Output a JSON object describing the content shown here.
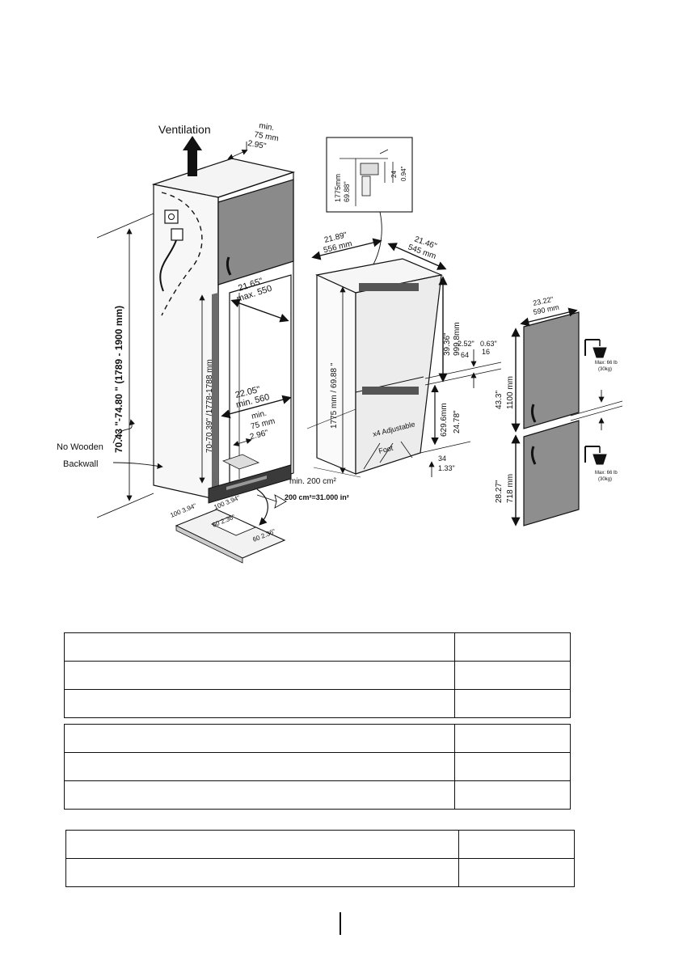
{
  "diagram": {
    "ventilation": "Ventilation",
    "top_gap": [
      "min.",
      "75 mm",
      "2.95\""
    ],
    "total_height": "70.43 \"-74.80 \" (1789 - 1900 mm)",
    "no_wooden": "No Wooden",
    "backwall": "Backwall",
    "upper_depth": [
      "21.65\"",
      "max. 550"
    ],
    "niche_height": "70-70.39\" /1778-1788 mm",
    "lower_depth": [
      "22.05\"",
      "min. 560"
    ],
    "bottom_gap": [
      "min.",
      "75 mm",
      "2.96\""
    ],
    "vent_area": "min. 200 cm²",
    "vent_formula": "200 cm²=31.000 in²",
    "base_dims": [
      "100 3.94\"",
      "100 3.94\"",
      "60 2.36\"",
      "60 2.36\""
    ],
    "detail": [
      "69.88\"",
      "1775mm",
      "24",
      "0.94\""
    ],
    "width_dim": [
      "21.89\"",
      "556 mm"
    ],
    "depth_dim": [
      "21.46\"",
      "545 mm"
    ],
    "fridge_height": "1775 mm / 69.88 \"",
    "upper_door_dim": [
      "39.36\"",
      "999.8mm"
    ],
    "gap_dim": [
      "2.52\"",
      "64",
      "0.63\"",
      "16"
    ],
    "lower_door_dim": [
      "629.6mm",
      "24.78\""
    ],
    "feet": [
      "x4 Adjustable",
      "Foot"
    ],
    "foot_height": [
      "34",
      "1.33\""
    ],
    "door_width": [
      "23.22\"",
      "590 mm"
    ],
    "door1_height": [
      "43.3\"",
      "1100 mm"
    ],
    "door2_height": [
      "28.27\"",
      "718 mm"
    ],
    "weight_labels": [
      [
        "Max: 66 lb",
        "(30kg)"
      ],
      [
        "Max: 66 lb",
        "(30kg)"
      ]
    ]
  }
}
